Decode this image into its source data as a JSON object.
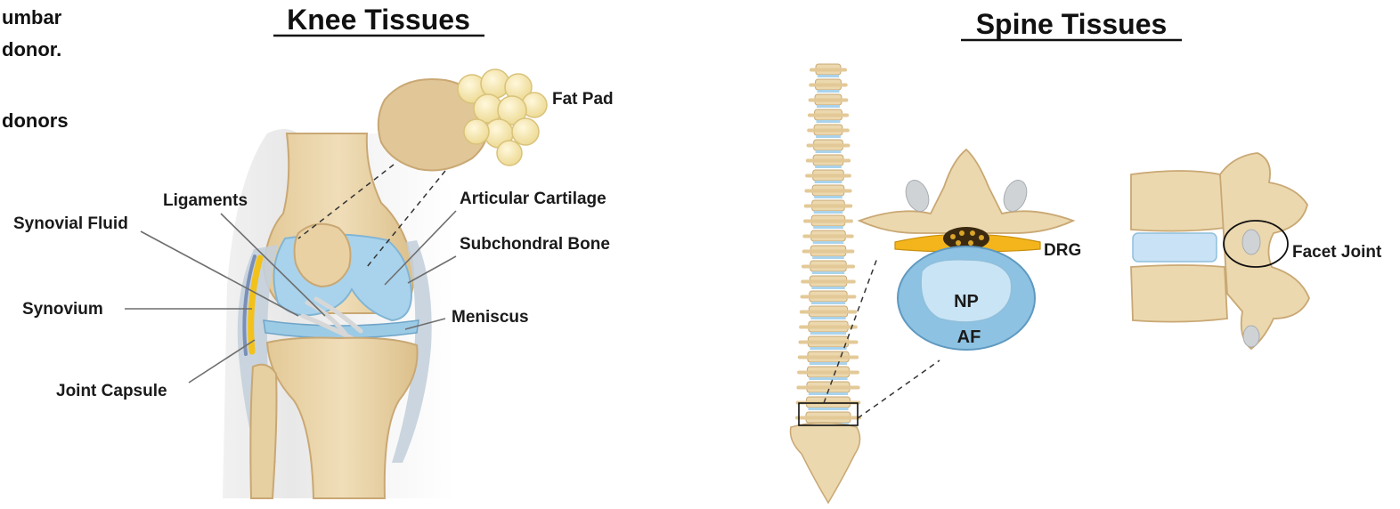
{
  "cutoff_text": {
    "line1": "umbar",
    "line2": "donor.",
    "line3": "donors"
  },
  "knee": {
    "title": "Knee Tissues",
    "labels": {
      "fat_pad": "Fat Pad",
      "ligaments": "Ligaments",
      "articular_cartilage": "Articular Cartilage",
      "synovial_fluid": "Synovial Fluid",
      "subchondral_bone": "Subchondral Bone",
      "synovium": "Synovium",
      "meniscus": "Meniscus",
      "joint_capsule": "Joint Capsule"
    }
  },
  "spine": {
    "title": "Spine Tissues",
    "labels": {
      "drg": "DRG",
      "np": "NP",
      "af": "AF",
      "facet_joint": "Facet Joint"
    }
  },
  "colors": {
    "bone": "#ecd8ae",
    "bone_dark": "#c9a874",
    "cartilage": "#a9d3ec",
    "capsule": "#b7c6d6",
    "synovium": "#f2c21b",
    "fat": "#f7e9b8",
    "drg": "#f3b51b",
    "label_line": "#6e6e6e"
  }
}
